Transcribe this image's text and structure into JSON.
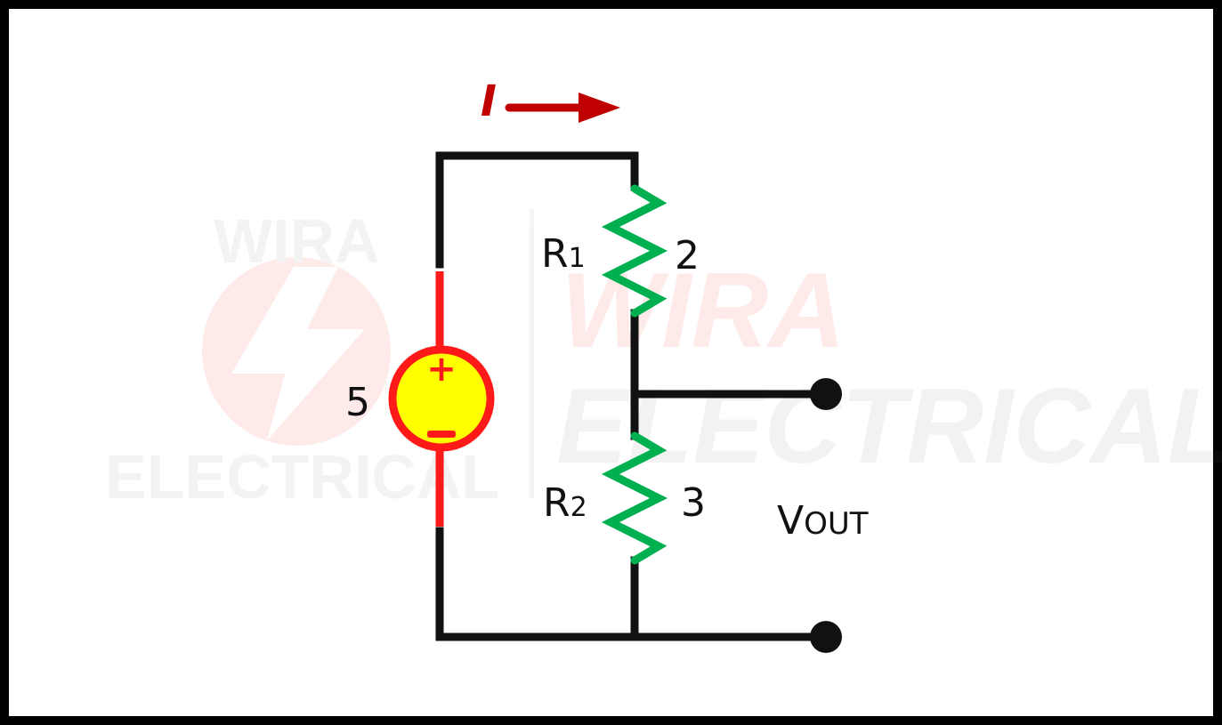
{
  "current": {
    "label": "I",
    "color": "#c00000"
  },
  "source": {
    "value": "5",
    "plus": "+",
    "minus": "−",
    "fill": "#ffff00",
    "stroke": "#ff1a1a"
  },
  "resistors": [
    {
      "name": "R",
      "subscript": "1",
      "value": "2",
      "color": "#00b050"
    },
    {
      "name": "R",
      "subscript": "2",
      "value": "3",
      "color": "#00b050"
    }
  ],
  "output": {
    "label_main": "V",
    "label_sub": "OUT"
  },
  "watermark": {
    "line1": "WIRA",
    "line2": "ELECTRICAL"
  },
  "colors": {
    "wire": "#111111",
    "border": "#000000"
  }
}
